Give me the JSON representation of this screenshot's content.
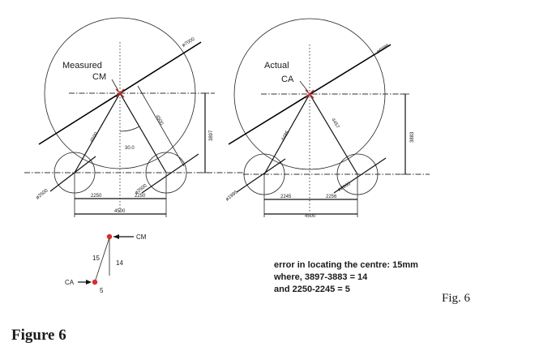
{
  "left_panel": {
    "big_circle_label": "ø7000",
    "left_wheel_label": "ø2500",
    "right_wheel_label": "ø2500",
    "angle_label": "30.0",
    "left_spoke_label": "4500",
    "right_spoke_label": "4500",
    "height_label": "3897",
    "left_half_width": "2250",
    "right_half_width": "2250",
    "total_width": "4500",
    "title_line1": "Measured",
    "title_line2": "CM"
  },
  "right_panel": {
    "big_circle_label": "ø6986",
    "left_wheel_label": "ø1995",
    "right_wheel_label": "ø2000",
    "left_spoke_label": "4485",
    "right_spoke_label": "4457",
    "height_label": "3883",
    "left_half_width": "2245",
    "right_half_width": "2256",
    "total_width": "4500",
    "title_line1": "Actual",
    "title_line2": "CA"
  },
  "offset_diagram": {
    "cm_label": "CM",
    "ca_label": "CA",
    "horizontal_value": "14",
    "vertical_value": "5",
    "diagonal_value": "15"
  },
  "notes": {
    "line1": "error in locating the centre: 15mm",
    "line2": "where, 3897-3883 = 14",
    "line3": "and 2250-2245 = 5"
  },
  "fig_label": "Fig. 6",
  "figure_caption": "Figure 6"
}
